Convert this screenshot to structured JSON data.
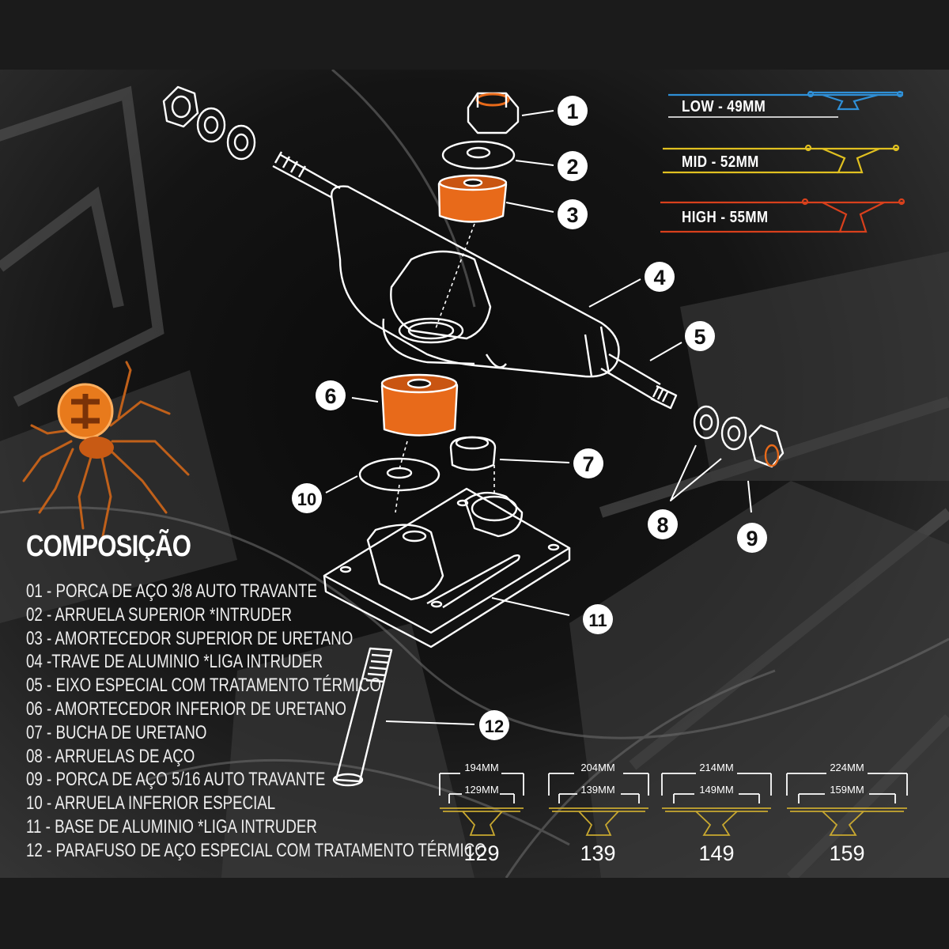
{
  "title": "COMPOSIÇÃO",
  "components": [
    "01 - PORCA DE AÇO 3/8 AUTO TRAVANTE",
    "02 - ARRUELA SUPERIOR *INTRUDER",
    "03 - AMORTECEDOR SUPERIOR DE URETANO",
    "04 -TRAVE DE ALUMINIO  *LIGA INTRUDER",
    "05 - EIXO ESPECIAL COM TRATAMENTO TÉRMICO",
    "06 - AMORTECEDOR INFERIOR DE URETANO",
    "07 - BUCHA DE URETANO",
    "08 - ARRUELAS DE AÇO",
    "09 - PORCA DE AÇO 5/16 AUTO TRAVANTE",
    "10 - ARRUELA INFERIOR ESPECIAL",
    "11 - BASE DE ALUMINIO  *LIGA INTRUDER",
    "12 - PARAFUSO DE AÇO ESPECIAL COM TRATAMENTO TÉRMICO"
  ],
  "callouts": [
    "1",
    "2",
    "3",
    "4",
    "5",
    "6",
    "7",
    "8",
    "9",
    "10",
    "11",
    "12"
  ],
  "heights": [
    {
      "label": "LOW  - 49MM",
      "color": "#2f8fd6"
    },
    {
      "label": "MID  - 52MM",
      "color": "#e0c020"
    },
    {
      "label": "HIGH  - 55MM",
      "color": "#d8401c"
    }
  ],
  "sizes": [
    {
      "width_outer": "194MM",
      "width_inner": "129MM",
      "model": "129"
    },
    {
      "width_outer": "204MM",
      "width_inner": "139MM",
      "model": "139"
    },
    {
      "width_outer": "214MM",
      "width_inner": "149MM",
      "model": "149"
    },
    {
      "width_outer": "224MM",
      "width_inner": "159MM",
      "model": "159"
    }
  ],
  "colors": {
    "accent_orange": "#e86a1a",
    "line_white": "#ffffff",
    "truck_gold": "#c8a830"
  },
  "icons": [
    "spider-logo-icon"
  ]
}
